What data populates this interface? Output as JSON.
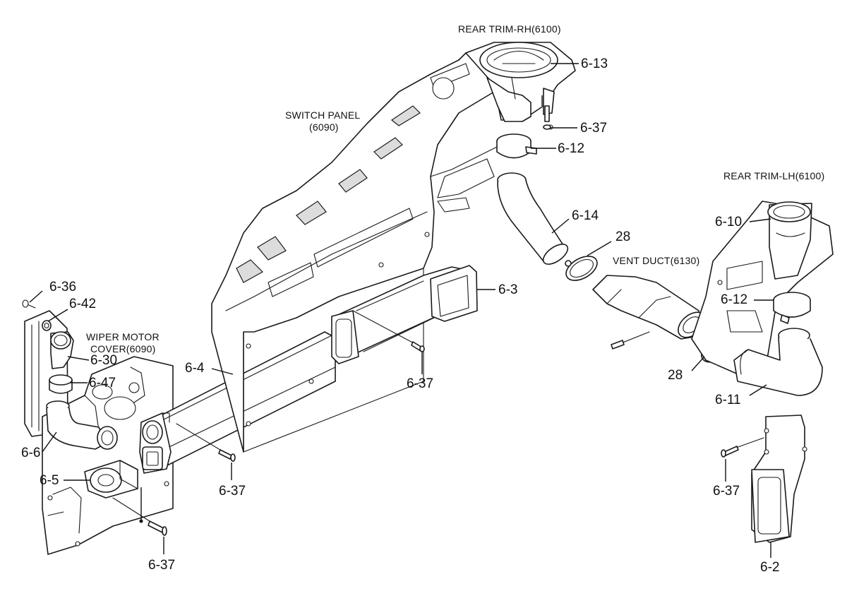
{
  "titles": {
    "rear_trim_rh": "REAR TRIM-RH(6100)",
    "rear_trim_lh": "REAR TRIM-LH(6100)",
    "switch_panel": "SWITCH PANEL",
    "switch_panel_code": "(6090)",
    "wiper_motor": "WIPER MOTOR",
    "wiper_motor_cover": "COVER(6090)",
    "vent_duct": "VENT DUCT(6130)"
  },
  "callouts": {
    "c_6_13": "6-13",
    "c_6_37_top": "6-37",
    "c_6_12_top": "6-12",
    "c_6_14": "6-14",
    "c_28_top": "28",
    "c_6_10": "6-10",
    "c_6_12_right": "6-12",
    "c_28_right": "28",
    "c_6_11": "6-11",
    "c_6_3": "6-3",
    "c_6_37_mid": "6-37",
    "c_6_4": "6-4",
    "c_6_37_lowmid": "6-37",
    "c_6_36": "6-36",
    "c_6_42": "6-42",
    "c_6_30": "6-30",
    "c_6_47": "6-47",
    "c_6_6": "6-6",
    "c_6_5": "6-5",
    "c_6_37_bottom": "6-37",
    "c_6_37_right": "6-37",
    "c_6_2": "6-2"
  }
}
